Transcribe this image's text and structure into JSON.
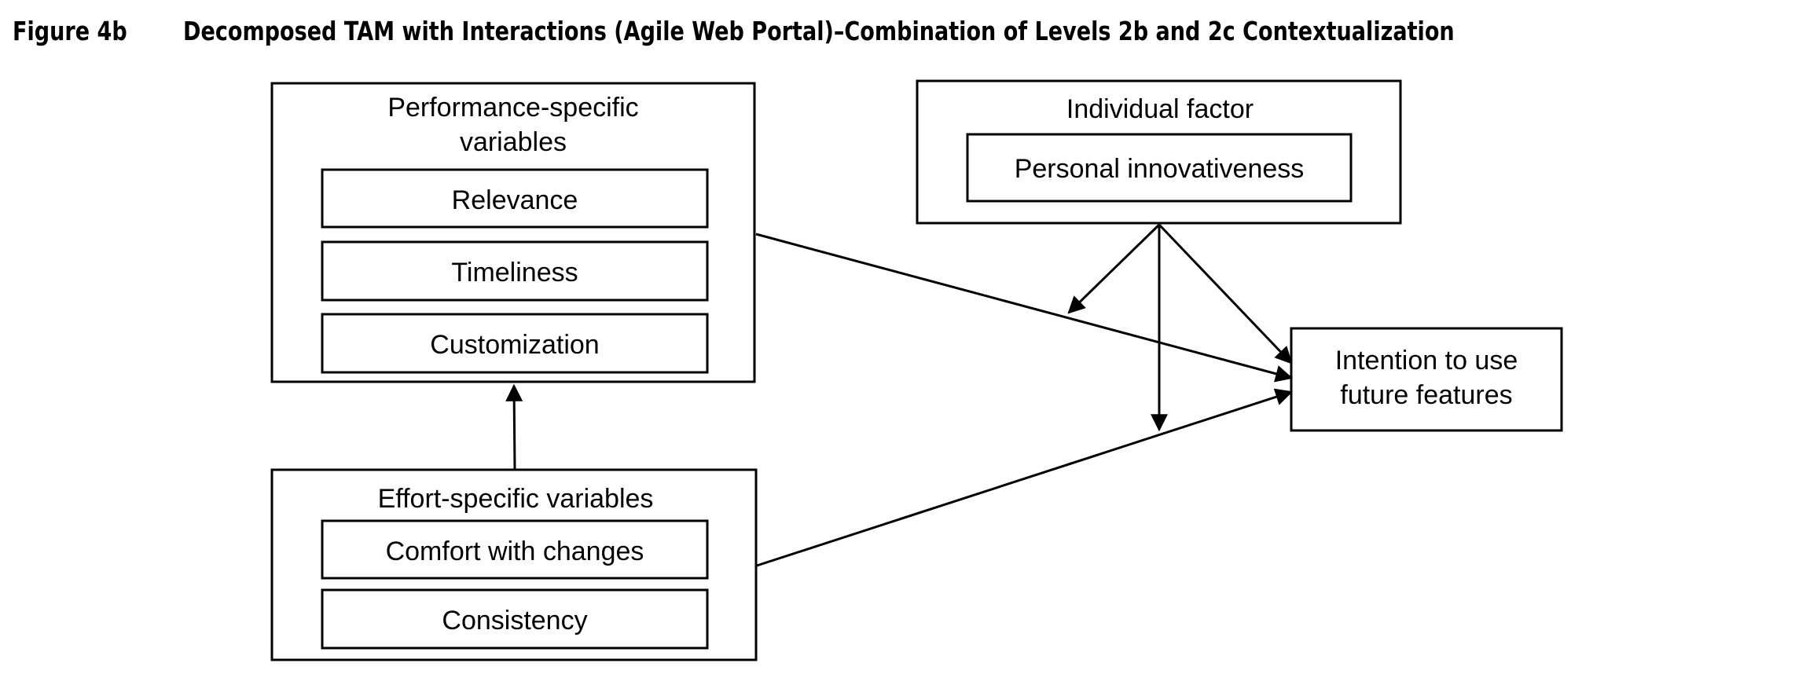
{
  "figure": {
    "label": "Figure 4b",
    "title": "Decomposed TAM with Interactions (Agile Web Portal)–Combination of Levels 2b and 2c Contextualization"
  },
  "performance": {
    "title_line1": "Performance-specific",
    "title_line2": "variables",
    "items": [
      "Relevance",
      "Timeliness",
      "Customization"
    ]
  },
  "effort": {
    "title": "Effort-specific variables",
    "items": [
      "Comfort with changes",
      "Consistency"
    ]
  },
  "individual": {
    "title": "Individual factor",
    "items": [
      "Personal innovativeness"
    ]
  },
  "intention": {
    "line1": "Intention to use",
    "line2": "future features"
  }
}
